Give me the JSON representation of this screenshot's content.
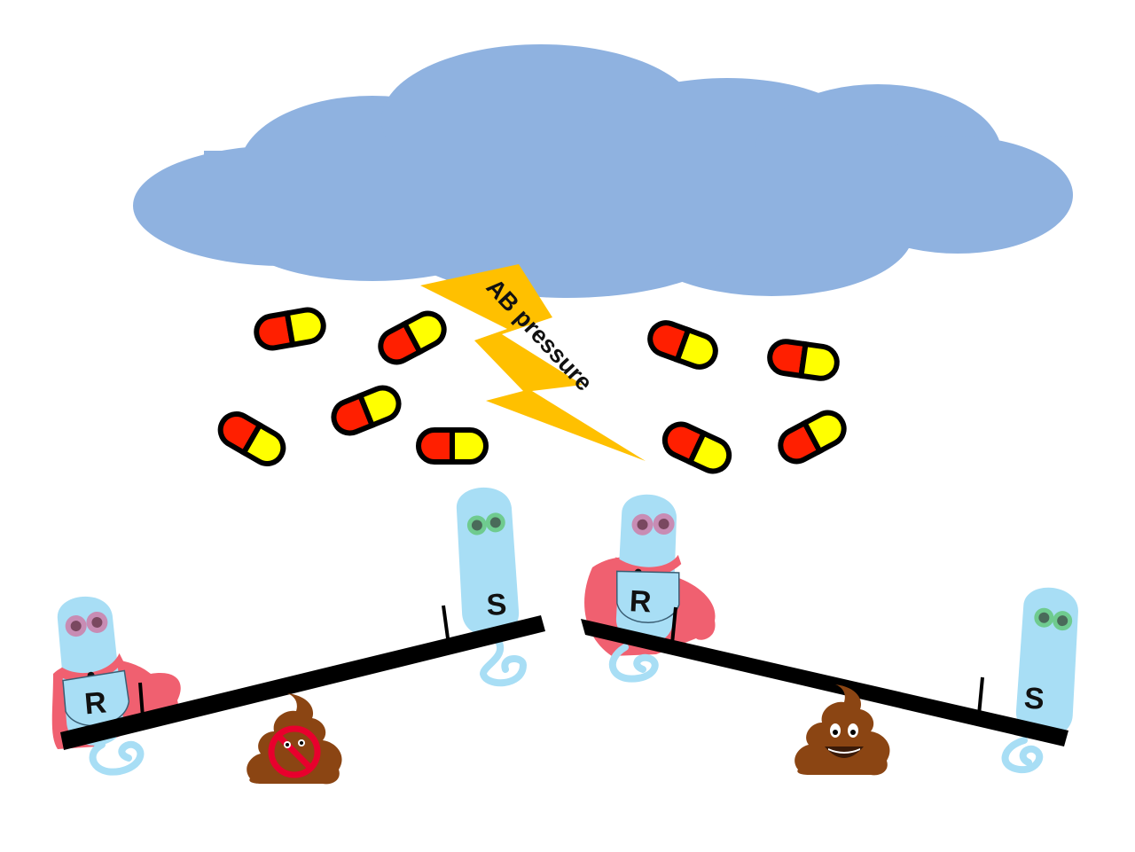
{
  "lightning": {
    "label": "AB pressure",
    "color": "#FFC000"
  },
  "cloud": {
    "color": "#8FB2E0"
  },
  "bacteria": {
    "body_color": "#A8DEF5",
    "cape_color": "#F06070",
    "left_resistant_label": "R",
    "left_susceptible_label": "S",
    "right_resistant_label": "R",
    "right_susceptible_label": "S"
  },
  "pill": {
    "left_color": "#FF1F00",
    "right_color": "#FFFF00"
  },
  "poop": {
    "color": "#8B4513",
    "left_icon": "no-symbol-poop-icon",
    "right_icon": "smiling-poop-icon"
  }
}
